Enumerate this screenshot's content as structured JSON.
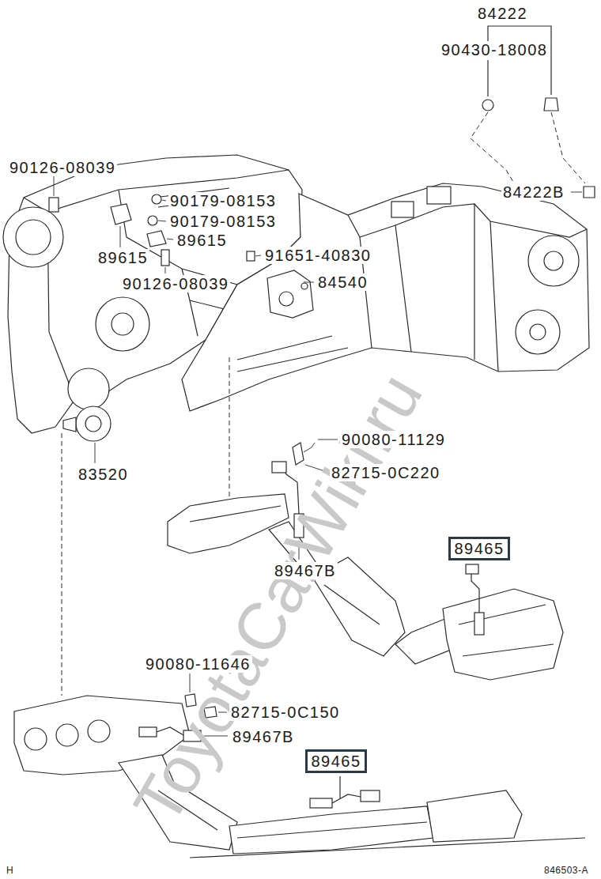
{
  "diagram": {
    "nodes": [
      {
        "text": [
          "89465"
        ]
      },
      {
        "text": [
          "89465"
        ]
      }
    ],
    "labels": [
      "84222",
      "90430-18008",
      "84222B",
      "90126-08039",
      "90179-08153",
      "90179-08153",
      "89615",
      "89615",
      "91651-40830",
      "90126-08039",
      "84540",
      "83520",
      "90080-11129",
      "82715-0C220",
      "89467B",
      "90080-11646",
      "82715-0C150",
      "89467B",
      "H",
      "846503-A",
      "ToyotaCarWiki.ru"
    ]
  }
}
